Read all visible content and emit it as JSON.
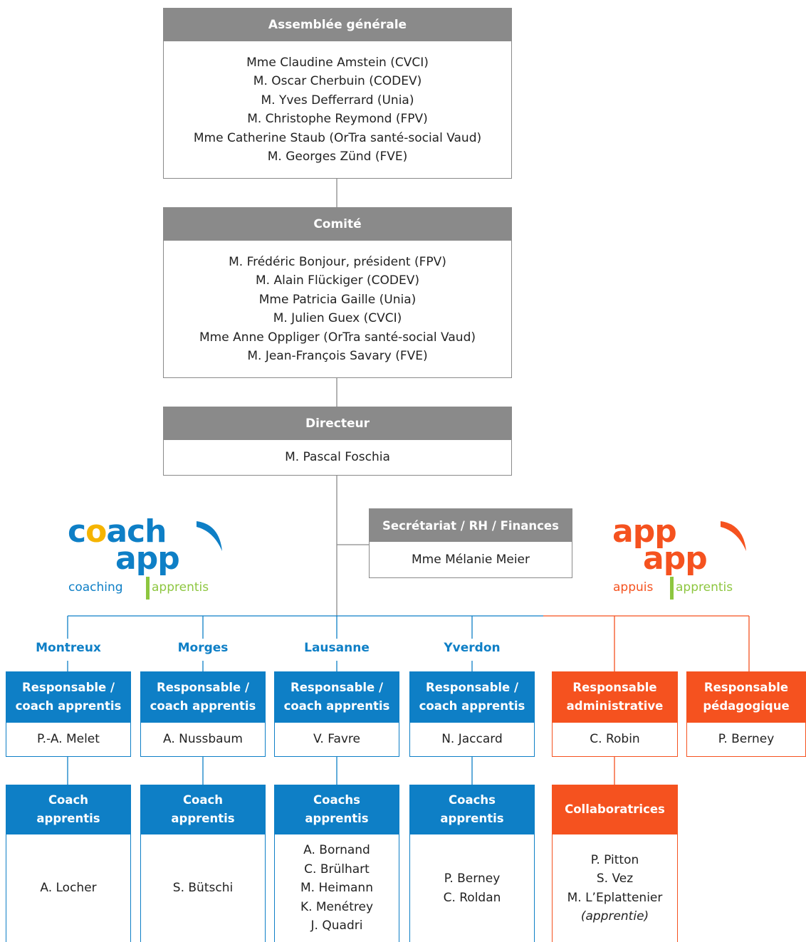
{
  "colors": {
    "blue": "#0e7fc6",
    "orange": "#f5521f",
    "grey": "#8a8a8a",
    "green": "#8dc63f"
  },
  "assemblee": {
    "title": "Assemblée générale",
    "members": [
      "Mme Claudine Amstein (CVCI)",
      "M. Oscar Cherbuin (CODEV)",
      "M. Yves Defferrard (Unia)",
      "M. Christophe Reymond (FPV)",
      "Mme Catherine Staub (OrTra santé-social Vaud)",
      "M. Georges Zünd (FVE)"
    ]
  },
  "comite": {
    "title": "Comité",
    "members": [
      "M. Frédéric Bonjour, président (FPV)",
      "M. Alain Flückiger (CODEV)",
      "Mme Patricia Gaille (Unia)",
      "M. Julien Guex (CVCI)",
      "Mme Anne Oppliger (OrTra santé-social Vaud)",
      "M. Jean-François Savary (FVE)"
    ]
  },
  "directeur": {
    "title": "Directeur",
    "name": "M. Pascal Foschia"
  },
  "secretariat": {
    "title": "Secrétariat / RH / Finances",
    "name": "Mme Mélanie Meier"
  },
  "logo_coachapp": {
    "line1_c": "c",
    "line1_o": "o",
    "line1_ach": "ach",
    "line2": "app",
    "tag_left": "coaching",
    "tag_right": "apprentis"
  },
  "logo_appapp": {
    "line1": "app",
    "line2": "app",
    "tag_left": "appuis",
    "tag_right": "apprentis"
  },
  "sites": [
    {
      "city": "Montreux",
      "resp_title": [
        "Responsable /",
        "coach apprentis"
      ],
      "resp_name": "P.-A. Melet",
      "coach_title": [
        "Coach",
        "apprentis"
      ],
      "coaches": [
        "A. Locher"
      ]
    },
    {
      "city": "Morges",
      "resp_title": [
        "Responsable /",
        "coach apprentis"
      ],
      "resp_name": "A. Nussbaum",
      "coach_title": [
        "Coach",
        "apprentis"
      ],
      "coaches": [
        "S. Bütschi"
      ]
    },
    {
      "city": "Lausanne",
      "resp_title": [
        "Responsable /",
        "coach apprentis"
      ],
      "resp_name": "V. Favre",
      "coach_title": [
        "Coachs",
        "apprentis"
      ],
      "coaches": [
        "A. Bornand",
        "C. Brülhart",
        "M. Heimann",
        "K. Menétrey",
        "J. Quadri"
      ]
    },
    {
      "city": "Yverdon",
      "resp_title": [
        "Responsable /",
        "coach apprentis"
      ],
      "resp_name": "N. Jaccard",
      "coach_title": [
        "Coachs",
        "apprentis"
      ],
      "coaches": [
        "P. Berney",
        "C. Roldan"
      ]
    }
  ],
  "appui": {
    "admin": {
      "title": [
        "Responsable",
        "administrative"
      ],
      "name": "C. Robin"
    },
    "peda": {
      "title": [
        "Responsable",
        "pédagogique"
      ],
      "name": "P. Berney"
    },
    "collab": {
      "title": "Collaboratrices",
      "names": [
        "P. Pitton",
        "S. Vez",
        "M. L’Eplattenier"
      ],
      "note": "(apprentie)"
    }
  }
}
